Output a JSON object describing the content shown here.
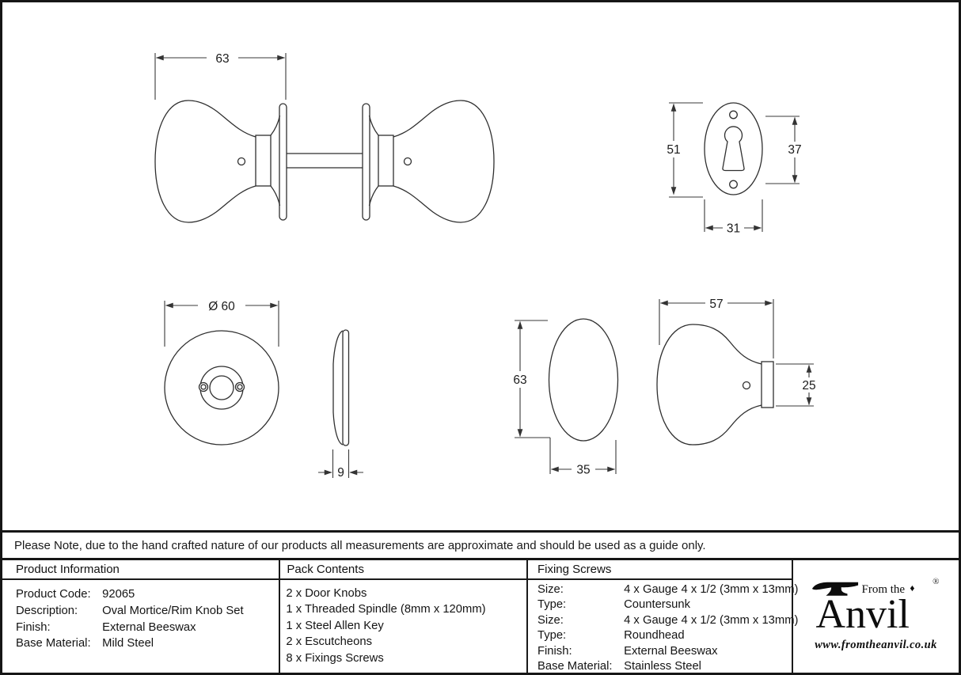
{
  "note": {
    "text": "Please Note, due to the hand crafted nature of our products all measurements are approximate and should be used as a guide only."
  },
  "drawings": {
    "knob_pair_side": {
      "width": "63"
    },
    "escutcheon": {
      "height": "51",
      "hole_spacing": "37",
      "width": "31"
    },
    "rose_face": {
      "diameter": "Ø 60"
    },
    "rose_profile": {
      "thickness": "9"
    },
    "knob_face": {
      "height": "63",
      "width": "35"
    },
    "knob_side": {
      "projection": "57",
      "collar_diameter": "25"
    }
  },
  "tables": {
    "product_information": {
      "title": "Product Information",
      "rows": [
        {
          "label": "Product Code:",
          "value": "92065"
        },
        {
          "label": "Description:",
          "value": "Oval Mortice/Rim Knob Set"
        },
        {
          "label": "Finish:",
          "value": "External Beeswax"
        },
        {
          "label": "Base Material:",
          "value": "Mild Steel"
        }
      ]
    },
    "pack_contents": {
      "title": "Pack Contents",
      "items": [
        "2 x Door Knobs",
        "1 x Threaded Spindle (8mm x 120mm)",
        "1 x Steel Allen Key",
        "2 x Escutcheons",
        "8 x Fixings Screws"
      ]
    },
    "fixing_screws": {
      "title": "Fixing Screws",
      "rows": [
        {
          "label": "Size:",
          "value": "4 x Gauge 4 x 1/2 (3mm x 13mm)"
        },
        {
          "label": "Type:",
          "value": "Countersunk"
        },
        {
          "label": "Size:",
          "value": "4 x Gauge 4 x 1/2 (3mm x 13mm)"
        },
        {
          "label": "Type:",
          "value": "Roundhead"
        },
        {
          "label": "Finish:",
          "value": "External Beeswax"
        },
        {
          "label": "Base Material:",
          "value": "Stainless Steel"
        }
      ]
    }
  },
  "brand": {
    "prefix": "From the",
    "name": "Anvil",
    "diamond": "♦",
    "registered": "®",
    "website": "www.fromtheanvil.co.uk"
  }
}
